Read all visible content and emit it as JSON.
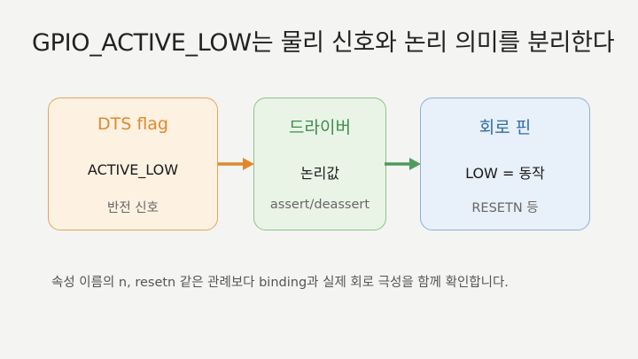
{
  "title": "GPIO_ACTIVE_LOW는 물리 신호와 논리 의미를 분리한다",
  "boxes": [
    {
      "heading": "DTS flag",
      "main": "ACTIVE_LOW",
      "sub": "반전 신호",
      "color": "#e0892a"
    },
    {
      "heading": "드라이버",
      "main": "논리값",
      "sub": "assert/deassert",
      "color": "#3c8e47"
    },
    {
      "heading": "회로 핀",
      "main": "LOW = 동작",
      "sub": "RESETN 등",
      "color": "#2f6ea8"
    }
  ],
  "arrows": [
    {
      "from": "DTS flag",
      "to": "드라이버",
      "color": "#e0892a"
    },
    {
      "from": "드라이버",
      "to": "회로 핀",
      "color": "#4f9a5d"
    }
  ],
  "note": "속성 이름의 n, resetn 같은 관례보다 binding과 실제 회로 극성을 함께 확인합니다."
}
